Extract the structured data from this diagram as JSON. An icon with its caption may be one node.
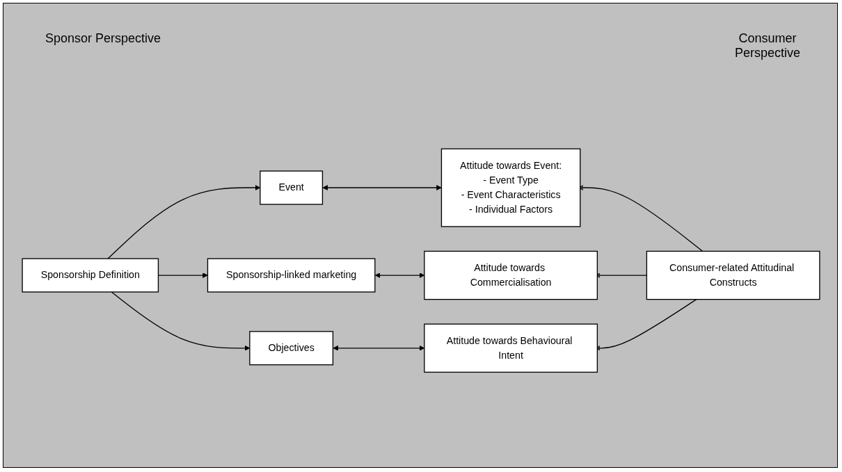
{
  "diagram": {
    "nodes": [
      {
        "text": [
          "Sponsorship Definition"
        ]
      },
      {
        "text": [
          "Event"
        ]
      },
      {
        "text": [
          "Sponsorship-linked marketing"
        ]
      },
      {
        "text": [
          "Objectives"
        ]
      },
      {
        "text": [
          "Attitude towards Event:",
          "- Event Type",
          "- Event Characteristics",
          "- Individual Factors"
        ]
      },
      {
        "text": [
          "Attitude towards Commercialisation"
        ]
      },
      {
        "text": [
          "Attitude towards Behavioural Intent"
        ]
      },
      {
        "text": [
          "Consumer-related Attitudinal Constructs"
        ]
      }
    ],
    "edges": [
      {
        "from": 0,
        "to": 1,
        "arrow": "to"
      },
      {
        "from": 0,
        "to": 2,
        "arrow": "to"
      },
      {
        "from": 0,
        "to": 3,
        "arrow": "to"
      },
      {
        "from": 1,
        "to": 4,
        "arrow": "both"
      },
      {
        "from": 2,
        "to": 5,
        "arrow": "both"
      },
      {
        "from": 3,
        "to": 6,
        "arrow": "both"
      },
      {
        "from": 7,
        "to": 4,
        "arrow": "to"
      },
      {
        "from": 7,
        "to": 5,
        "arrow": "to"
      },
      {
        "from": 7,
        "to": 6,
        "arrow": "to"
      }
    ],
    "labels": [
      "Sponsor Perspective",
      "Consumer Perspective"
    ]
  }
}
